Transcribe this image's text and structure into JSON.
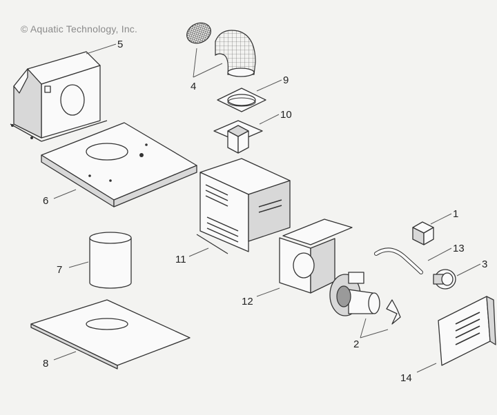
{
  "copyright": "© Aquatic Technology, Inc.",
  "parts": [
    {
      "id": "p5",
      "label": "5"
    },
    {
      "id": "p4",
      "label": "4"
    },
    {
      "id": "p9",
      "label": "9"
    },
    {
      "id": "p10",
      "label": "10"
    },
    {
      "id": "p6",
      "label": "6"
    },
    {
      "id": "p11",
      "label": "11"
    },
    {
      "id": "p1",
      "label": "1"
    },
    {
      "id": "p13",
      "label": "13"
    },
    {
      "id": "p3",
      "label": "3"
    },
    {
      "id": "p7",
      "label": "7"
    },
    {
      "id": "p12",
      "label": "12"
    },
    {
      "id": "p2",
      "label": "2"
    },
    {
      "id": "p8",
      "label": "8"
    },
    {
      "id": "p14",
      "label": "14"
    }
  ]
}
